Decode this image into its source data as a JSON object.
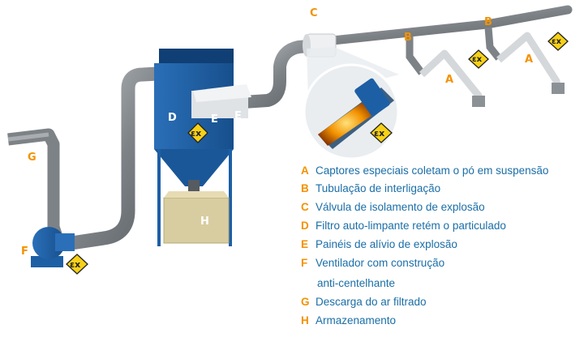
{
  "diagram": {
    "markers": {
      "a1": "A",
      "a2": "A",
      "b1": "B",
      "b2": "B",
      "c": "C",
      "d": "D",
      "e1": "E",
      "e2": "E",
      "f": "F",
      "g": "G",
      "h": "H"
    },
    "ex_symbol": "εx",
    "colors": {
      "accent": "#f39200",
      "legend_text": "#1a6ea7",
      "equipment_blue": "#1d5fa5",
      "duct_gray": "#8c9196",
      "ex_yellow": "#f7d117"
    }
  },
  "legend": [
    {
      "letter": "A",
      "text": "Captores especiais coletam o pó em suspensão"
    },
    {
      "letter": "B",
      "text": "Tubulação de interligação"
    },
    {
      "letter": "C",
      "text": "Válvula de isolamento de explosão"
    },
    {
      "letter": "D",
      "text": "Filtro auto-limpante retém o particulado"
    },
    {
      "letter": "E",
      "text": "Painéis de alívio de explosão"
    },
    {
      "letter": "F",
      "text": "Ventilador com construção",
      "continuation": "anti-centelhante"
    },
    {
      "letter": "G",
      "text": "Descarga do ar filtrado"
    },
    {
      "letter": "H",
      "text": "Armazenamento"
    }
  ]
}
